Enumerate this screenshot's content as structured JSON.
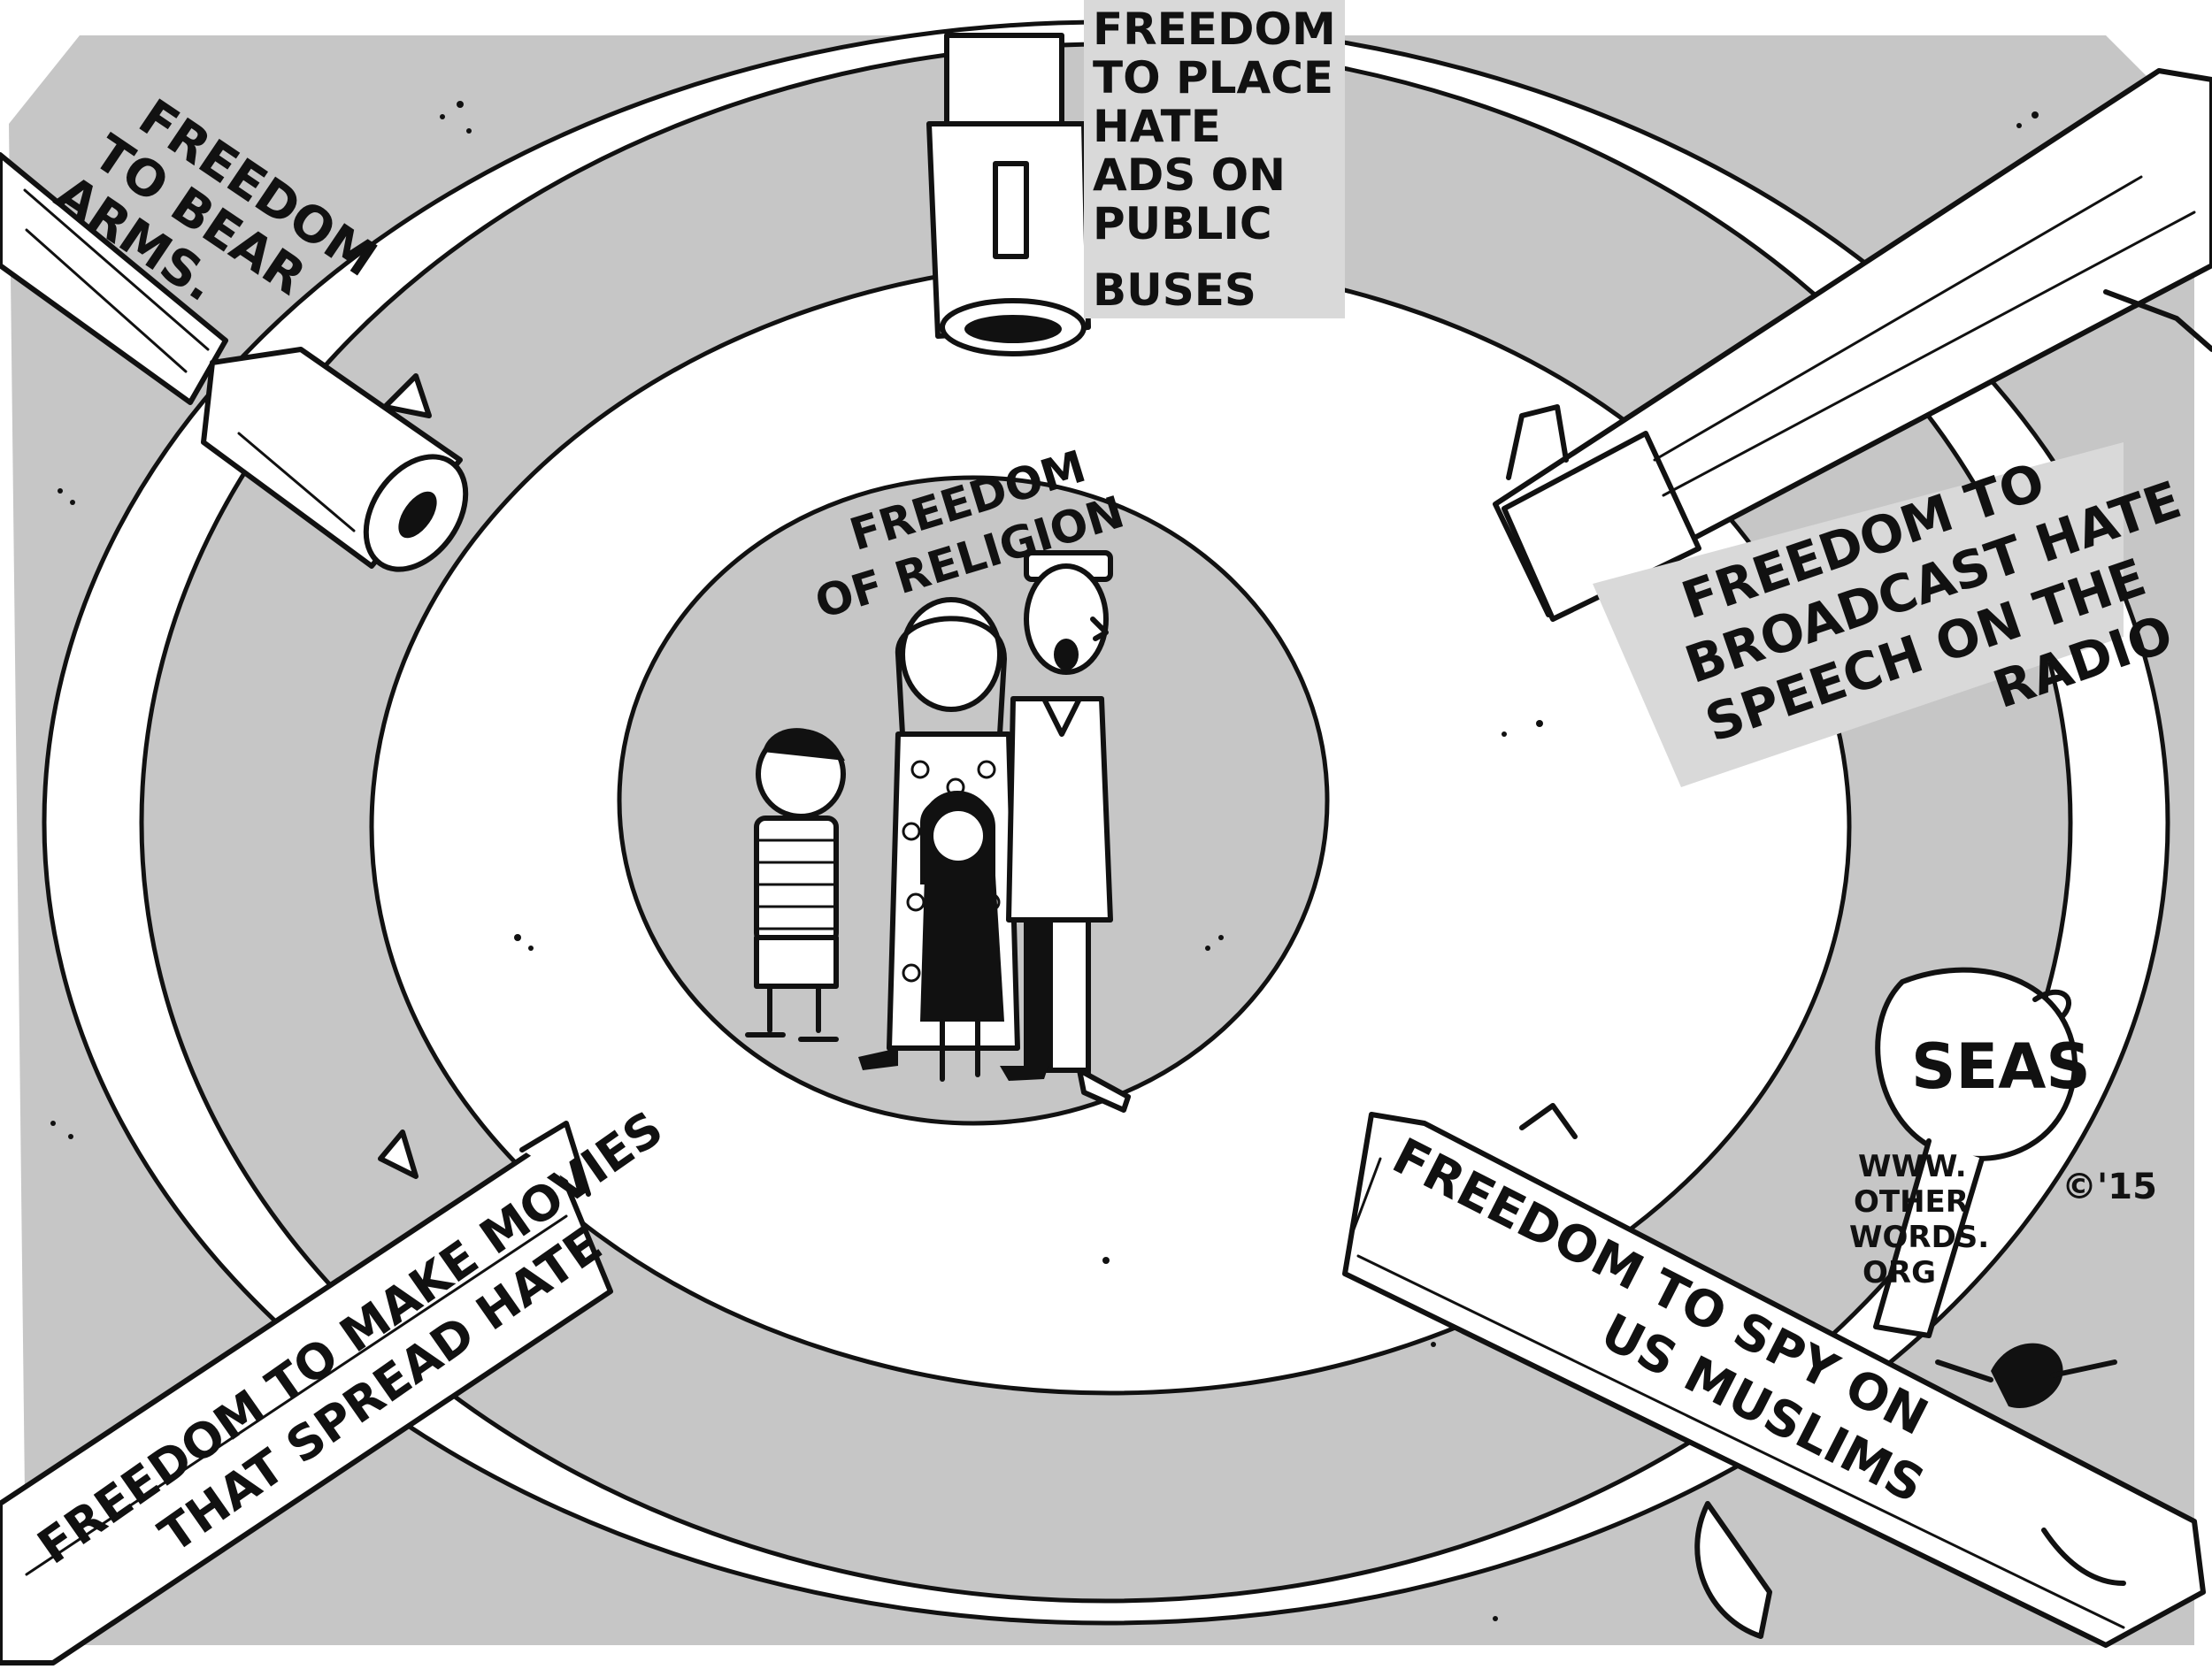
{
  "labels": {
    "center": [
      "FREEDOM",
      "OF RELIGION"
    ],
    "top_left": [
      "FREEDOM",
      "TO BEAR",
      "ARMS."
    ],
    "top_center": [
      "FREEDOM",
      "TO PLACE",
      "HATE",
      "ADS ON",
      "PUBLIC",
      "BUSES"
    ],
    "top_right": [
      "FREEDOM TO",
      "BROADCAST HATE",
      "SPEECH ON THE",
      "RADIO"
    ],
    "bottom_left": [
      "FREEDOM TO MAKE MOVIES",
      "THAT SPREAD HATE"
    ],
    "bottom_right": [
      "FREEDOM TO SPY ON",
      "US MUSLIMS"
    ]
  },
  "signature": {
    "name": "SEAS",
    "copyright": "©'15",
    "website": [
      "WWW.",
      "OTHER",
      "WORDS.",
      "ORG"
    ]
  },
  "colors": {
    "ring_gray": "#c6c6c6",
    "paper_white": "#ffffff",
    "ink": "#111111"
  }
}
